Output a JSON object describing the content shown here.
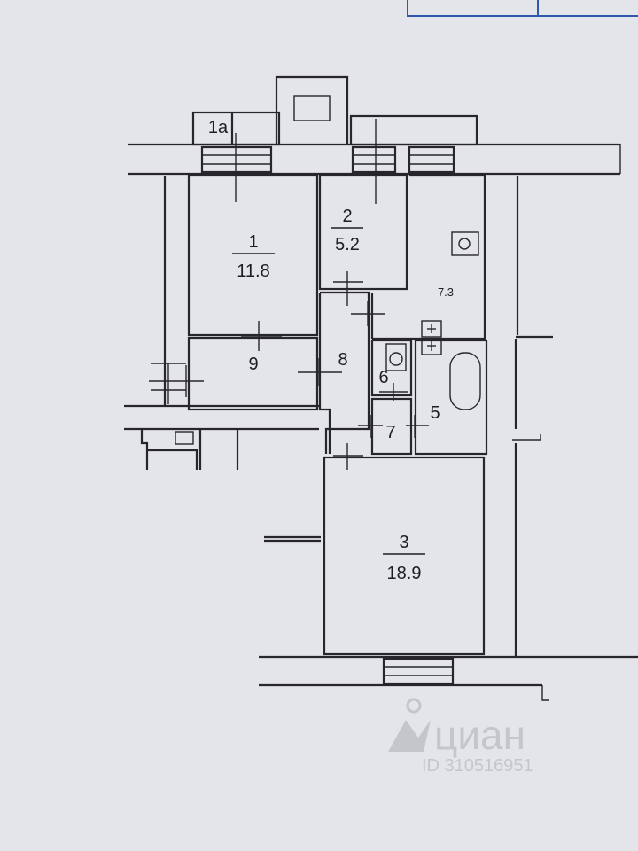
{
  "rooms": [
    {
      "number": "1a"
    },
    {
      "number": "1",
      "area": "11.8"
    },
    {
      "number": "2",
      "area": "5.2"
    },
    {
      "number": "3",
      "area": "18.9"
    },
    {
      "number": "",
      "area": "7.3"
    },
    {
      "number": "5"
    },
    {
      "number": "6"
    },
    {
      "number": "7"
    },
    {
      "number": "8"
    },
    {
      "number": "9"
    }
  ],
  "watermark": {
    "brand": "циан",
    "id_text": "ID 310516951"
  }
}
